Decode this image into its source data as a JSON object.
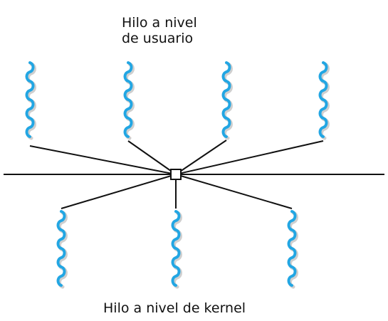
{
  "labels": {
    "user_line1": "Hilo a nivel",
    "user_line2": "de usuario",
    "kernel": "Hilo a nivel de kernel"
  },
  "colors": {
    "thread": "#22a6e3",
    "shadow": "#cfcfcf",
    "line": "#111111",
    "background": "#ffffff"
  }
}
